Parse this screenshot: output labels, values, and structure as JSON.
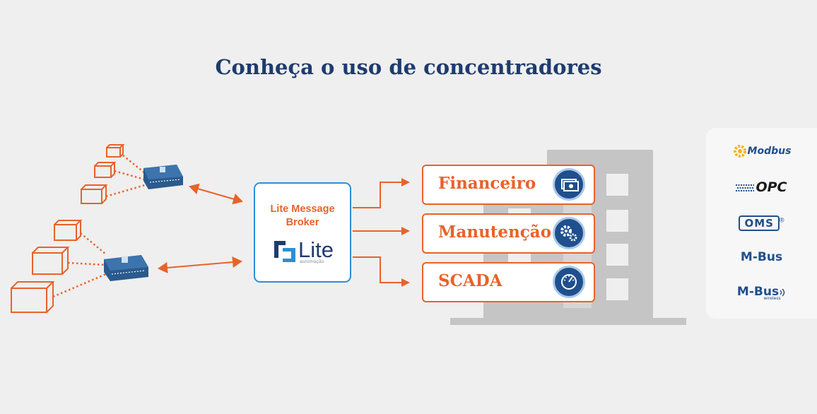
{
  "title": "Conheça o uso de concentradores",
  "broker": {
    "label": "Lite Message Broker",
    "logo_word": "Lite",
    "logo_sub": "automação"
  },
  "destinations": [
    {
      "label": "Financeiro",
      "icon": "money-icon"
    },
    {
      "label": "Manutenção",
      "icon": "gears-icon"
    },
    {
      "label": "SCADA",
      "icon": "gauge-icon"
    }
  ],
  "protocols": [
    {
      "name": "Modbus",
      "icon": "modbus-logo"
    },
    {
      "name": "OPC",
      "icon": "opc-logo"
    },
    {
      "name": "OMS",
      "mark": "®",
      "icon": "oms-logo"
    },
    {
      "name": "M-Bus",
      "icon": "mbus-logo"
    },
    {
      "name": "M-Bus",
      "sub": "wireless",
      "icon": "mbus-wireless-logo"
    }
  ],
  "colors": {
    "title": "#1f3b6f",
    "accent_orange": "#e8622a",
    "broker_border": "#2d8fd6",
    "building": "#c5c5c5",
    "background": "#efefef",
    "icon_blue": "#1f4f8c"
  }
}
